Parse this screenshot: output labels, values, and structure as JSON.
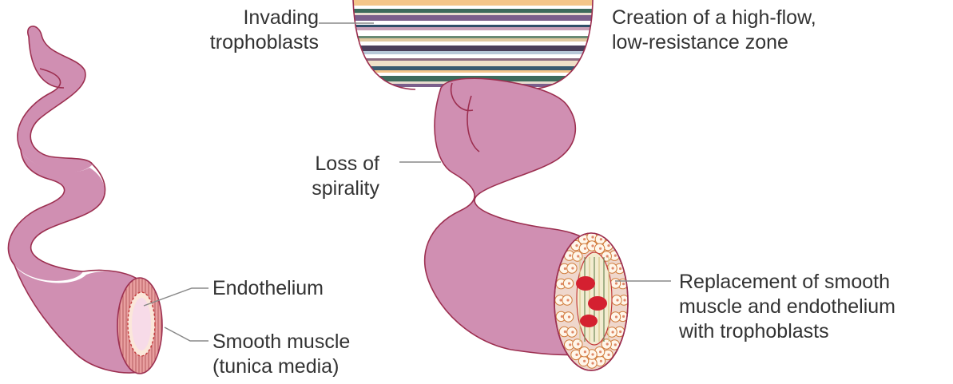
{
  "colors": {
    "vessel_fill": "#d08fb2",
    "vessel_outline": "#9c2f50",
    "leader_line": "#888888",
    "label_text": "#333333",
    "smooth_muscle": "#e9a0a0",
    "endothelium_cells": "#fbe7da",
    "lumen": "#f7dbe8",
    "red_blood_cell": "#d42030",
    "trophoblast_cells": "#fff6ea"
  },
  "labels": {
    "invading_line1": "Invading",
    "invading_line2": "trophoblasts",
    "creation_line1": "Creation of a high-flow,",
    "creation_line2": "low-resistance zone",
    "loss_line1": "Loss of",
    "loss_line2": "spirality",
    "endothelium": "Endothelium",
    "smooth_muscle_line1": "Smooth muscle",
    "smooth_muscle_line2": "(tunica media)",
    "replacement_line1": "Replacement of smooth",
    "replacement_line2": "muscle and endothelium",
    "replacement_line3": "with trophoblasts"
  }
}
